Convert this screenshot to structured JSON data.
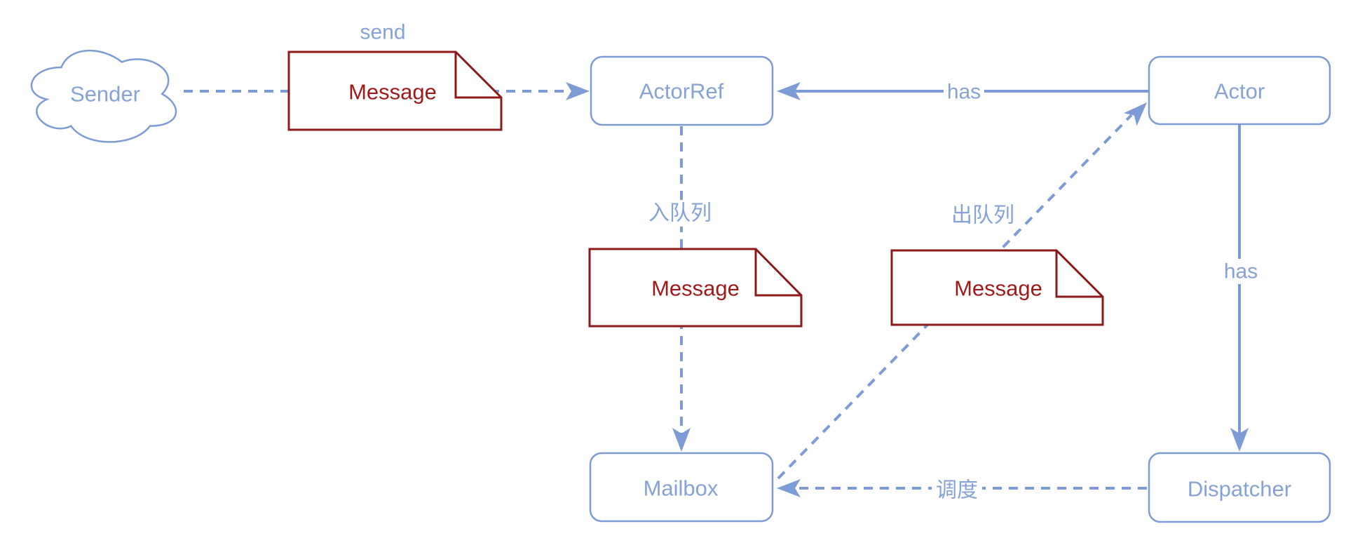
{
  "colors": {
    "blue_stroke": "#7D9CD6",
    "blue_text": "#85A3D6",
    "red_stroke": "#8C1A1A",
    "red_text": "#9E1A1A",
    "background": "#FFFFFF"
  },
  "nodes": {
    "sender": {
      "label": "Sender",
      "shape": "cloud"
    },
    "message_send": {
      "label": "Message",
      "shape": "note"
    },
    "actorref": {
      "label": "ActorRef",
      "shape": "rounded-rectangle"
    },
    "actor": {
      "label": "Actor",
      "shape": "rounded-rectangle"
    },
    "message_enqueue": {
      "label": "Message",
      "shape": "note"
    },
    "message_dequeue": {
      "label": "Message",
      "shape": "note"
    },
    "mailbox": {
      "label": "Mailbox",
      "shape": "rounded-rectangle"
    },
    "dispatcher": {
      "label": "Dispatcher",
      "shape": "rounded-rectangle"
    }
  },
  "edges": {
    "send": {
      "label": "send",
      "from": "sender",
      "to": "actorref",
      "style": "dashed-arrow"
    },
    "actor_has_actorref": {
      "label": "has",
      "from": "actor",
      "to": "actorref",
      "style": "solid-arrow"
    },
    "enqueue": {
      "label": "入队列",
      "from": "actorref",
      "to": "mailbox",
      "style": "dashed-arrow"
    },
    "dequeue": {
      "label": "出队列",
      "from": "mailbox",
      "to": "actor",
      "style": "dashed-arrow"
    },
    "actor_has_dispatcher": {
      "label": "has",
      "from": "actor",
      "to": "dispatcher",
      "style": "solid-arrow"
    },
    "dispatch": {
      "label": "调度",
      "from": "dispatcher",
      "to": "mailbox",
      "style": "dashed-arrow"
    }
  }
}
